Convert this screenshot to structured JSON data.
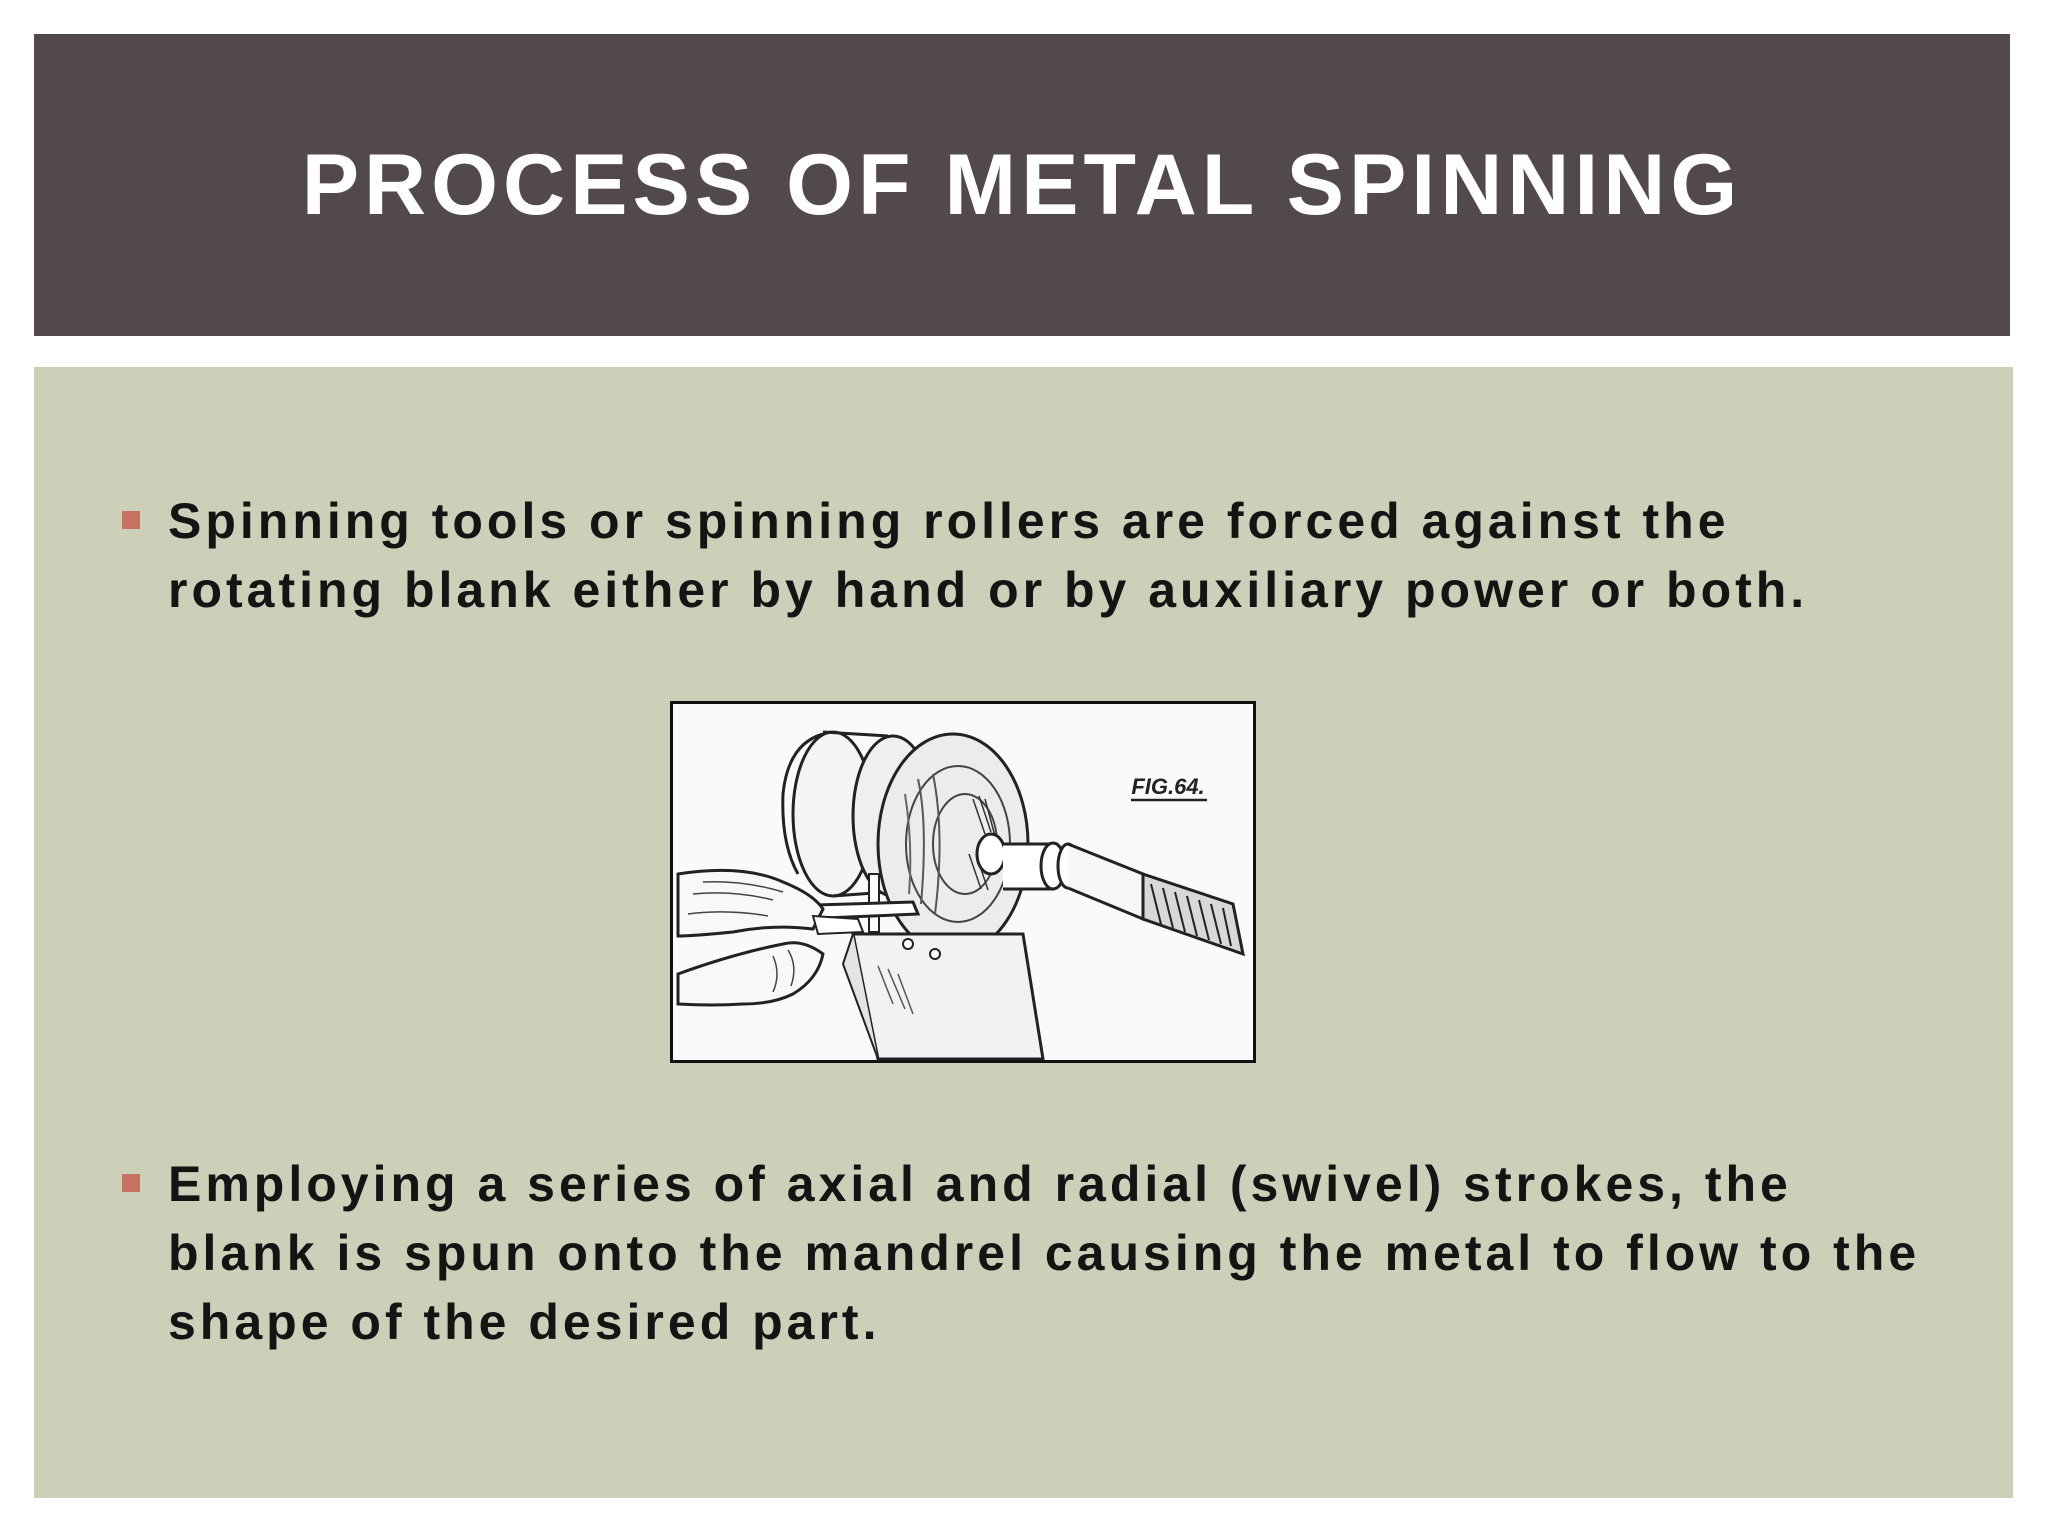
{
  "slide": {
    "title": "PROCESS OF METAL SPINNING",
    "bullets": [
      "Spinning tools or spinning rollers are forced against the rotating blank either by hand or by auxiliary power or both.",
      "Employing a series of axial and radial (swivel) strokes, the blank is spun onto the mandrel causing the metal to flow to the shape of the desired part."
    ],
    "figure": {
      "label": "FIG.64."
    }
  },
  "colors": {
    "title_bar": "#52494b",
    "content_bg": "#cdd0b8",
    "bullet_marker": "#c8735f"
  }
}
